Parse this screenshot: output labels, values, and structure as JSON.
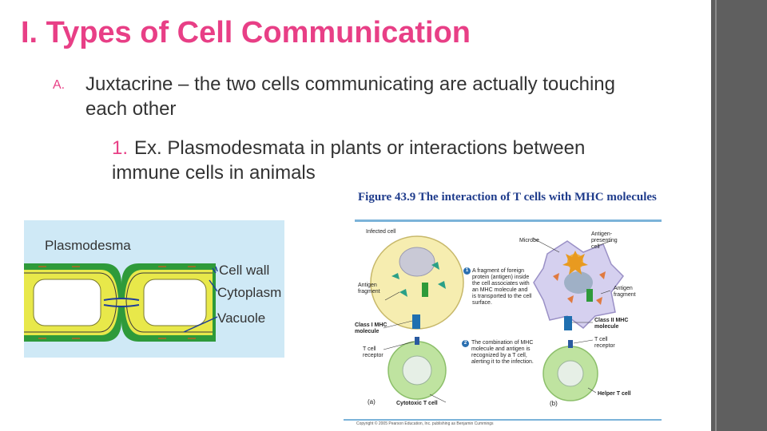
{
  "slide": {
    "title": "I.  Types of Cell Communication",
    "bullet_a": {
      "marker": "A.",
      "text": "Juxtacrine – the two cells communicating are actually touching each other"
    },
    "bullet_1": {
      "marker": "1.",
      "text": "Ex. Plasmodesmata in plants or interactions between immune cells in animals"
    }
  },
  "plasmodesma_figure": {
    "title": "Plasmodesma",
    "labels": {
      "cell_wall": "Cell wall",
      "cytoplasm": "Cytoplasm",
      "vacuole": "Vacuole"
    },
    "colors": {
      "background": "#cfe9f6",
      "cell_wall": "#2e9a3a",
      "cytoplasm": "#e8e84a",
      "vacuole": "#ffffff"
    }
  },
  "tcell_figure": {
    "caption": "Figure 43.9 The interaction of T cells with MHC molecules",
    "left_panel": {
      "infected_cell": "Infected cell",
      "antigen_fragment": "Antigen fragment",
      "class_i_mhc": "Class I MHC molecule",
      "t_cell_receptor": "T cell receptor",
      "cytotoxic_t_cell": "Cytotoxic T cell",
      "panel_label": "(a)"
    },
    "right_panel": {
      "microbe": "Microbe",
      "apc": "Antigen-presenting cell",
      "antigen_fragment": "Antigen fragment",
      "class_ii_mhc": "Class II MHC molecule",
      "t_cell_receptor": "T cell receptor",
      "helper_t_cell": "Helper T cell",
      "panel_label": "(b)"
    },
    "steps": [
      {
        "number": "1",
        "text": "A fragment of foreign protein (antigen) inside the cell associates with an MHC molecule and is transported to the cell surface."
      },
      {
        "number": "2",
        "text": "The combination of MHC molecule and antigen is recognized by a T cell, alerting it to the infection."
      }
    ],
    "copyright": "Copyright © 2005 Pearson Education, Inc. publishing as Benjamin Cummings"
  }
}
